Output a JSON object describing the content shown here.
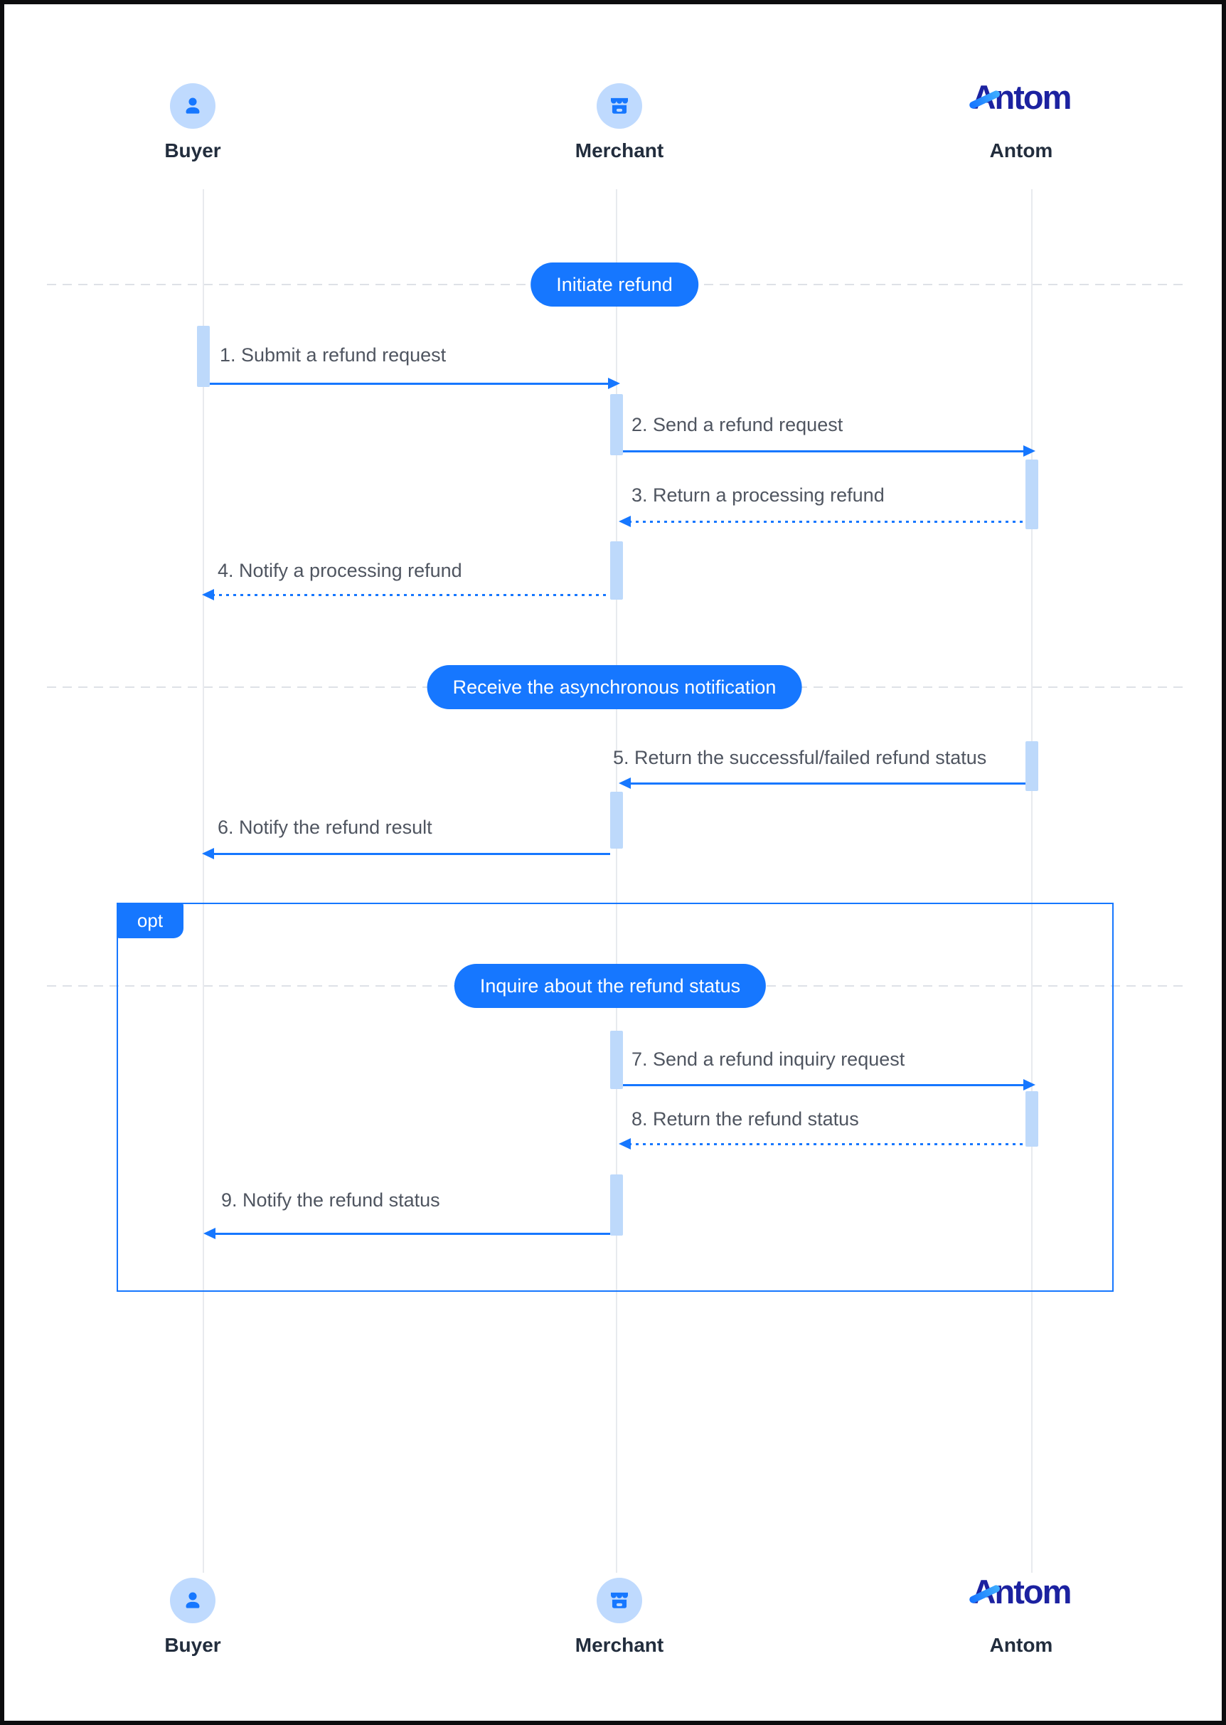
{
  "diagram": {
    "actors": {
      "buyer": {
        "label": "Buyer",
        "icon": "user-icon"
      },
      "merchant": {
        "label": "Merchant",
        "icon": "storefront-icon"
      },
      "antom": {
        "label": "Antom",
        "logo_text": "Antom"
      }
    },
    "phases": [
      {
        "label": "Initiate refund"
      },
      {
        "label": "Receive the asynchronous notification"
      },
      {
        "label": "Inquire about the refund status"
      }
    ],
    "fragment_label": "opt",
    "messages": [
      {
        "label": "1. Submit a refund request",
        "from": "Buyer",
        "to": "Merchant",
        "line": "solid"
      },
      {
        "label": "2. Send a refund request",
        "from": "Merchant",
        "to": "Antom",
        "line": "solid"
      },
      {
        "label": "3. Return a processing refund",
        "from": "Antom",
        "to": "Merchant",
        "line": "dotted"
      },
      {
        "label": "4. Notify a processing refund",
        "from": "Merchant",
        "to": "Buyer",
        "line": "dotted"
      },
      {
        "label": "5. Return the successful/failed refund status",
        "from": "Antom",
        "to": "Merchant",
        "line": "solid"
      },
      {
        "label": "6. Notify the refund result",
        "from": "Merchant",
        "to": "Buyer",
        "line": "solid"
      },
      {
        "label": "7. Send a refund inquiry request",
        "from": "Merchant",
        "to": "Antom",
        "line": "solid"
      },
      {
        "label": "8. Return the refund status",
        "from": "Antom",
        "to": "Merchant",
        "line": "dotted"
      },
      {
        "label": "9. Notify the refund status",
        "from": "Merchant",
        "to": "Buyer",
        "line": "solid"
      }
    ],
    "colors": {
      "accent": "#1677FF",
      "activation_bar": "#BDD9FB",
      "avatar_background": "#BFDAFE",
      "lifeline": "#E8EAEE",
      "separator": "#DEE1E7",
      "message_text": "#4F5560",
      "actor_text": "#222D3D",
      "logo_navy": "#1C22A0",
      "logo_accent": "#2E9BFF"
    }
  }
}
